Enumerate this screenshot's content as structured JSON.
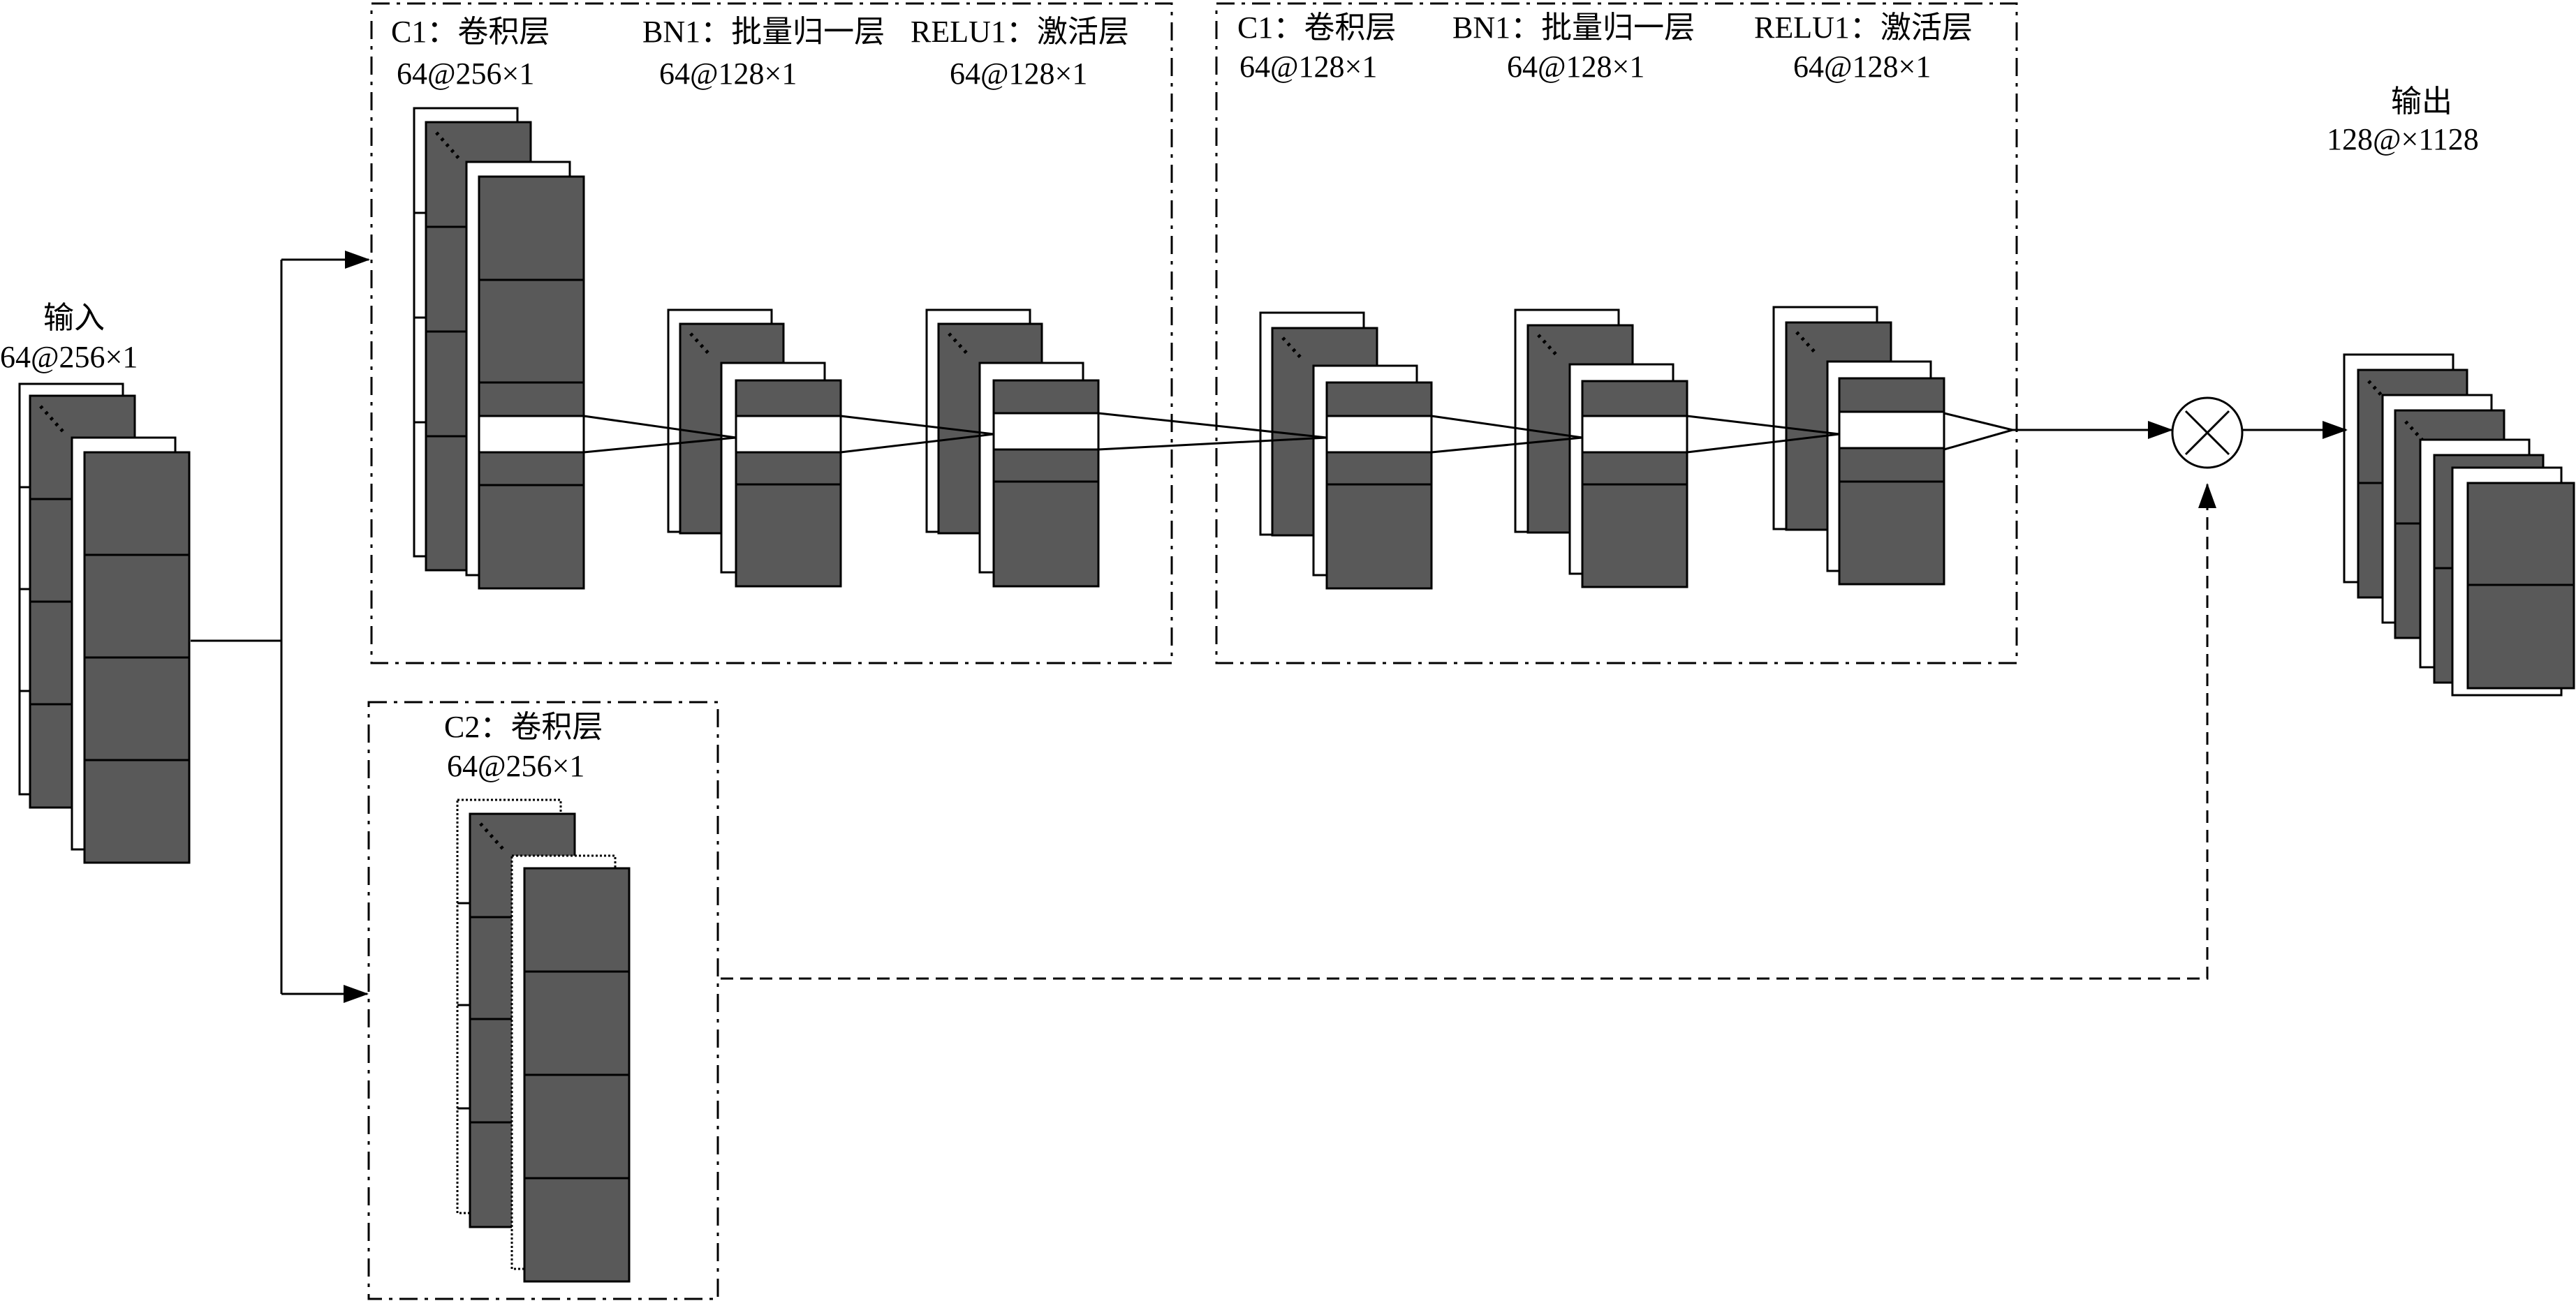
{
  "colors": {
    "fill": "#595959",
    "stroke": "#000000",
    "background": "#ffffff"
  },
  "input": {
    "title": "输入",
    "dims": "64@256×1"
  },
  "output": {
    "title": "输出",
    "dims": "128@×1128"
  },
  "block1": {
    "conv": {
      "name": "C1：卷积层",
      "dims": "64@256×1"
    },
    "bn": {
      "name": "BN1：批量归一层",
      "dims": "64@128×1"
    },
    "relu": {
      "name": "RELU1：激活层",
      "dims": "64@128×1"
    }
  },
  "block2": {
    "conv": {
      "name": "C1：卷积层",
      "dims": "64@128×1"
    },
    "bn": {
      "name": "BN1：批量归一层",
      "dims": "64@128×1"
    },
    "relu": {
      "name": "RELU1：激活层",
      "dims": "64@128×1"
    }
  },
  "shortcut": {
    "name": "C2：卷积层",
    "dims": "64@256×1"
  },
  "combine": {
    "icon": "multiply-icon"
  }
}
